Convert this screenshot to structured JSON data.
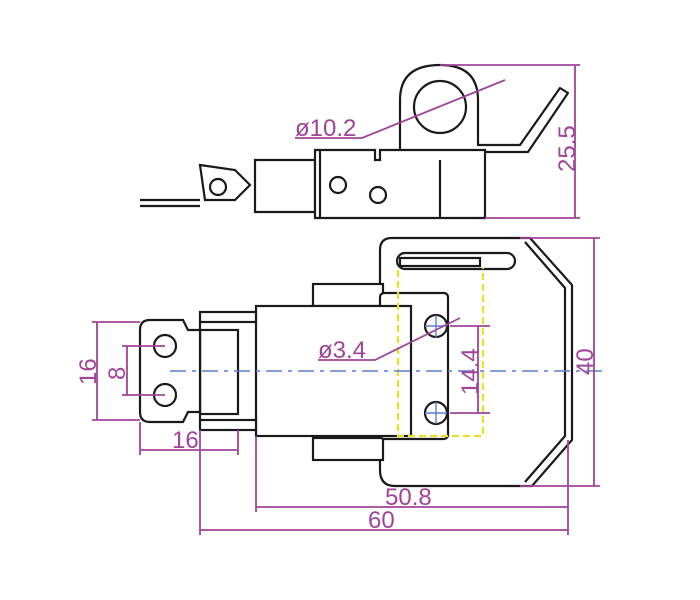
{
  "labels": {
    "dia_large_hole": "ø10.2",
    "height_side": "25.5",
    "dia_small_hole": "ø3.4",
    "width_plate": "16",
    "hole_spacing_left": "8",
    "plate_length": "16",
    "hole_spacing_right": "14.4",
    "overall_width": "40",
    "body_length": "50.8",
    "overall_length": "60"
  },
  "colors": {
    "outline": "#1a1a1a",
    "dimension": "#a0449a",
    "centerline": "#5b7fd0",
    "hidden": "#e8e020"
  }
}
